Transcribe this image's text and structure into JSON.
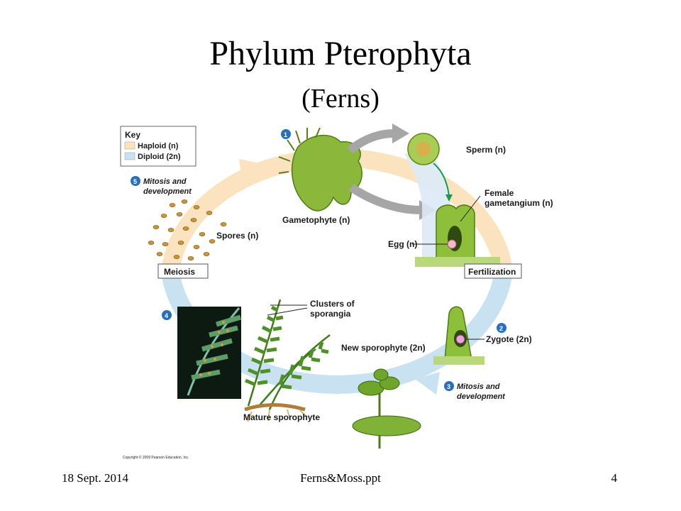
{
  "slide": {
    "title": "Phylum Pterophyta",
    "subtitle": "(Ferns)"
  },
  "diagram": {
    "key": {
      "heading": "Key",
      "haploid": "Haploid (n)",
      "diploid": "Diploid (2n)",
      "haploid_color": "#fbe3c0",
      "diploid_color": "#c8e2f2"
    },
    "stages": {
      "s1": "1",
      "s2": "2",
      "s3": "3",
      "s4": "4",
      "s5": "5"
    },
    "labels": {
      "gametophyte": "Gametophyte (n)",
      "sperm": "Sperm (n)",
      "female_line1": "Female",
      "female_line2": "gametangium (n)",
      "egg": "Egg (n)",
      "fertilization": "Fertilization",
      "zygote": "Zygote (2n)",
      "new_sporophyte": "New sporophyte (2n)",
      "mitosis_right_1": "Mitosis and",
      "mitosis_right_2": "development",
      "clusters_1": "Clusters of",
      "clusters_2": "sporangia",
      "mature_sporophyte": "Mature sporophyte",
      "meiosis": "Meiosis",
      "spores": "Spores (n)",
      "mitosis_left_1": "Mitosis and",
      "mitosis_left_2": "development",
      "copyright": "Copyright © 2009 Pearson Education, Inc."
    }
  },
  "footer": {
    "date": "18 Sept. 2014",
    "file": "Ferns&Moss.ppt",
    "page": "4"
  }
}
